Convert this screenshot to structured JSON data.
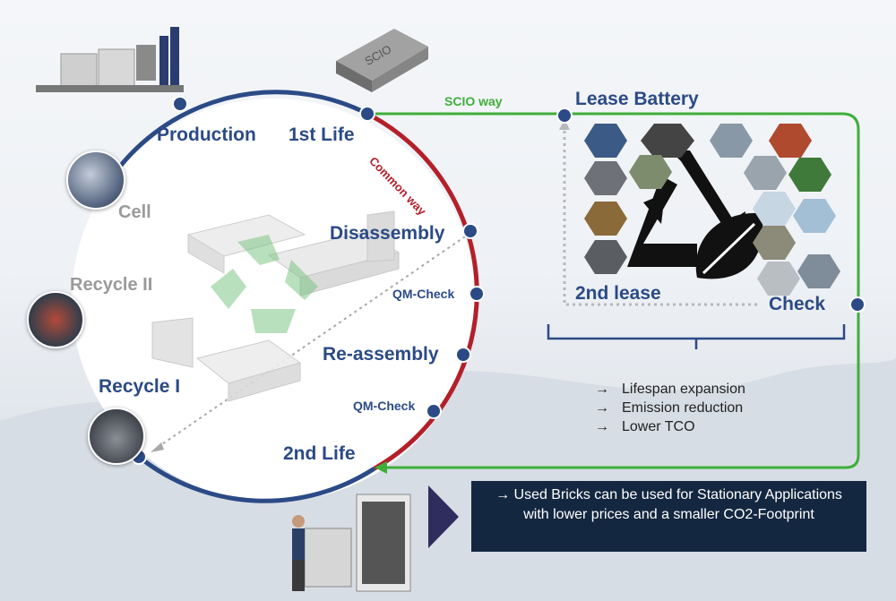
{
  "labels": {
    "production": "Production",
    "first_life": "1st Life",
    "common_way": "Common way",
    "scio_way": "SCIO way",
    "lease_battery": "Lease Battery",
    "cell": "Cell",
    "recycle_2": "Recycle II",
    "disassembly": "Disassembly",
    "qm_check_1": "QM-Check",
    "reassembly": "Re-assembly",
    "qm_check_2": "QM-Check",
    "recycle_1": "Recycle I",
    "second_life": "2nd Life",
    "second_lease": "2nd lease",
    "check": "Check"
  },
  "benefits": [
    {
      "arrow": "→",
      "text": "Lifespan expansion"
    },
    {
      "arrow": "→",
      "text": "Emission reduction"
    },
    {
      "arrow": "→",
      "text": "Lower TCO"
    }
  ],
  "callout": {
    "text": "→ Used Bricks can be used for Stationary Applications with lower prices and a smaller CO2-Footprint"
  },
  "battery_brand": "SCIO",
  "colors": {
    "navy": "#2b4a86",
    "red": "#b3202a",
    "green": "#3fae3a",
    "callout_bg": "#142740"
  }
}
